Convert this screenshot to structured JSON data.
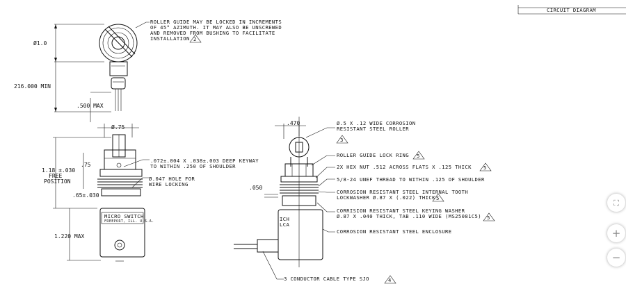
{
  "drawing": {
    "header_label": "CIRCUIT DIAGRAM",
    "notes": {
      "roller_guide_1": "ROLLER GUIDE MAY BE LOCKED IN INCREMENTS",
      "roller_guide_2": "OF 45° AZIMUTH.  IT MAY ALSO BE UNSCREWED",
      "roller_guide_3": "AND REMOVED FROM BUSHING TO FACILITATE",
      "roller_guide_4": "INSTALLATION",
      "keyway_1": ".072±.004 X .038±.003 DEEP KEYWAY",
      "keyway_2": "TO WITHIN .250 OF SHOULDER",
      "hole_1": "Ø.047 HOLE FOR",
      "hole_2": "WIRE LOCKING",
      "roller_1": "Ø.5 X .12 WIDE CORROSION",
      "roller_2": "RESISTANT STEEL ROLLER",
      "lock_ring": "ROLLER GUIDE LOCK RING",
      "hex_nut": "2X HEX NUT .512 ACROSS FLATS X .125 THICK",
      "thread": "5/8-24 UNEF THREAD TO WITHIN .125 OF SHOULDER",
      "lockwasher_1": "CORROSION RESISTANT STEEL INTERNAL TOOTH",
      "lockwasher_2": "LOCKWASHER Ø.87 X (.022) THICK",
      "keying_1": "CORRISION RESISTANT STEEL KEYING WASHER",
      "keying_2": "Ø.87 X .040 THICK, TAB .110 WIDE (MS25081C5)",
      "enclosure": "CORROSION RESISTANT STEEL ENCLOSURE",
      "cable": "3 CONDUCTOR CABLE TYPE SJO"
    },
    "dimensions": {
      "dia_1": "Ø1.0",
      "min_216": "216.000 MIN",
      "max_500": ".500 MAX",
      "dia_75": "Ø.75",
      "free_1": "1.18 ±.030",
      "free_2": "FREE",
      "free_3": "POSITION",
      "d75": ".75",
      "d65": ".65±.030",
      "max_220": "1.220 MAX",
      "d470": ".470",
      "d050": ".050"
    },
    "flags": {
      "f2": "2",
      "f3": "3",
      "f4": "4",
      "f5a": "5",
      "f5b": "5",
      "f5c": "5",
      "f5d": "5"
    },
    "label_plate": {
      "line1": "MICRO SWITCH",
      "line2": "FREEPORT, ILL. U.S.A."
    },
    "side_label": {
      "line1": "ICH",
      "line2": "LCA"
    }
  },
  "viewer_controls": {
    "fit": "⛶",
    "zoom_in": "+",
    "zoom_out": "−"
  }
}
